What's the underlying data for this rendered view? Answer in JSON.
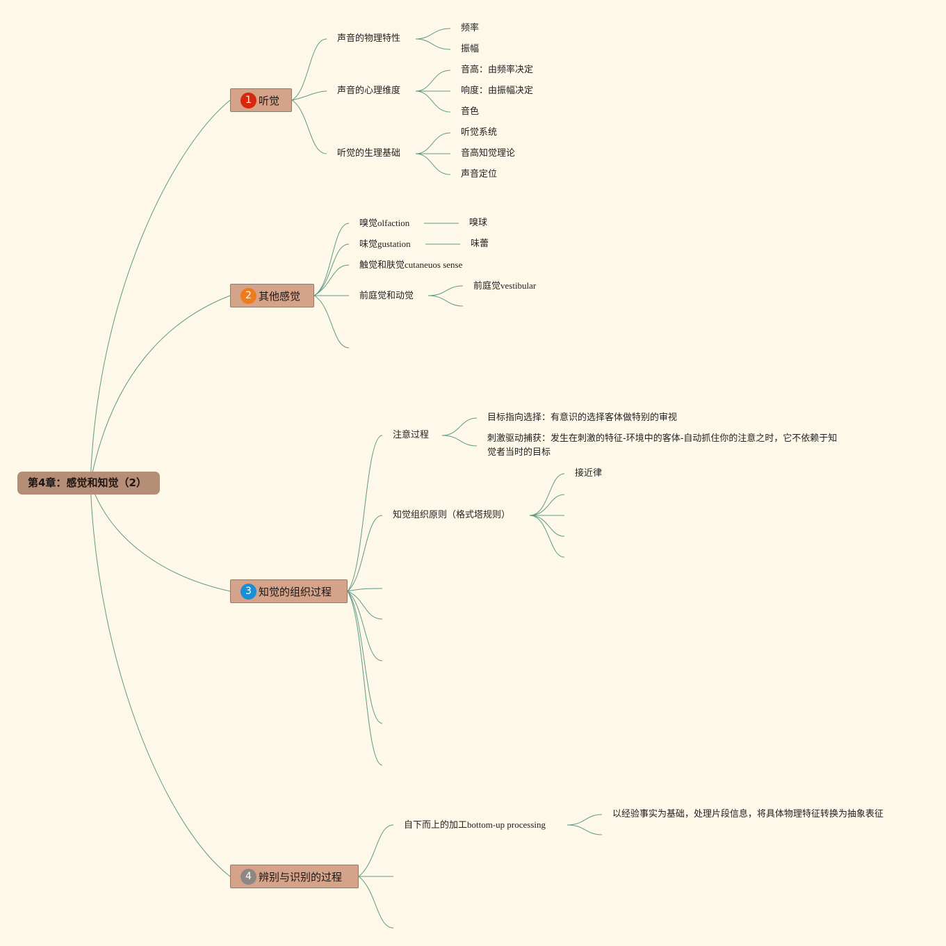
{
  "root": {
    "label": "第4章：感觉和知觉（2）"
  },
  "branches": [
    {
      "badge": "1",
      "badge_color": "#d6280e",
      "label": "听觉",
      "children": [
        {
          "label": "声音的物理特性",
          "children": [
            "频率",
            "振幅"
          ]
        },
        {
          "label": "声音的心理维度",
          "children": [
            "音高：由频率决定",
            "响度：由振幅决定",
            "音色"
          ]
        },
        {
          "label": "听觉的生理基础",
          "children": [
            "听觉系统",
            "音高知觉理论",
            "声音定位"
          ]
        }
      ]
    },
    {
      "badge": "2",
      "badge_color": "#ee7c1a",
      "label": "其他感觉",
      "children": [
        {
          "label": "嗅觉olfaction",
          "children": [
            "嗅球"
          ]
        },
        {
          "label": "味觉gustation",
          "children": [
            "味蕾"
          ]
        },
        {
          "label": "触觉和肤觉cutaneuos sense",
          "children": []
        },
        {
          "label": "前庭觉和动觉",
          "children": [
            "前庭觉vestibular"
          ]
        }
      ]
    },
    {
      "badge": "3",
      "badge_color": "#1b8fd6",
      "label": "知觉的组织过程",
      "children": [
        {
          "label": "注意过程",
          "children": [
            "目标指向选择：有意识的选择客体做特别的审视",
            "刺激驱动捕获：发生在刺激的特征-环境中的客体-自动抓住你的注意之时，它不依赖于知觉者当时的目标"
          ]
        },
        {
          "label": "知觉组织原则（格式塔规则）",
          "children": [
            "接近律"
          ]
        }
      ]
    },
    {
      "badge": "4",
      "badge_color": "#8c8784",
      "label": "辨别与识别的过程",
      "children": [
        {
          "label": "自下而上的加工bottom-up processing",
          "children": [
            "以经验事实为基础，处理片段信息，将具体物理特征转换为抽象表征"
          ]
        }
      ]
    }
  ]
}
